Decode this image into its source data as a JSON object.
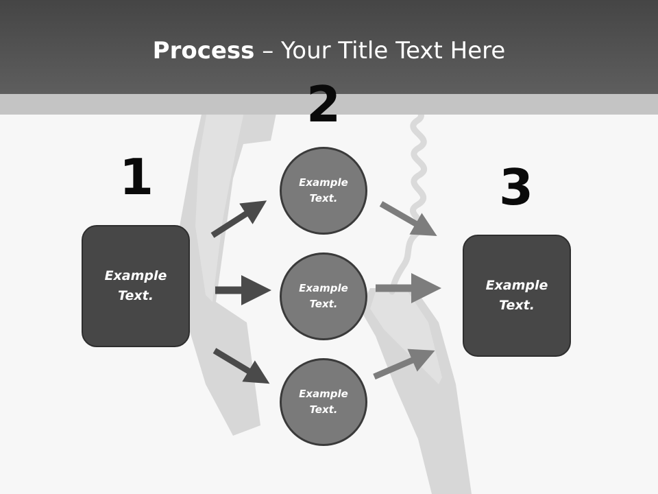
{
  "slide": {
    "title_bold": "Process",
    "title_separator": " – ",
    "title_rest": "Your Title Text Here"
  },
  "steps": [
    {
      "number": "1",
      "text_line1": "Example",
      "text_line2": "Text."
    },
    {
      "number": "2",
      "text_line1": "Example",
      "text_line2": "Text."
    },
    {
      "number": "3",
      "text_line1": "Example",
      "text_line2": "Text."
    }
  ],
  "circles": [
    {
      "text_line1": "Example",
      "text_line2": "Text."
    },
    {
      "text_line1": "Example",
      "text_line2": "Text."
    },
    {
      "text_line1": "Example",
      "text_line2": "Text."
    }
  ],
  "colors": {
    "header": "#4f4f4f",
    "band": "#c4c4c4",
    "box_fill": "#474747",
    "circle_fill": "#7a7a7a",
    "arrow_dark": "#4a4a4a",
    "arrow_light": "#7d7d7d"
  },
  "icons": [
    "telephone-handset-illustration",
    "phone-cord-illustration"
  ]
}
